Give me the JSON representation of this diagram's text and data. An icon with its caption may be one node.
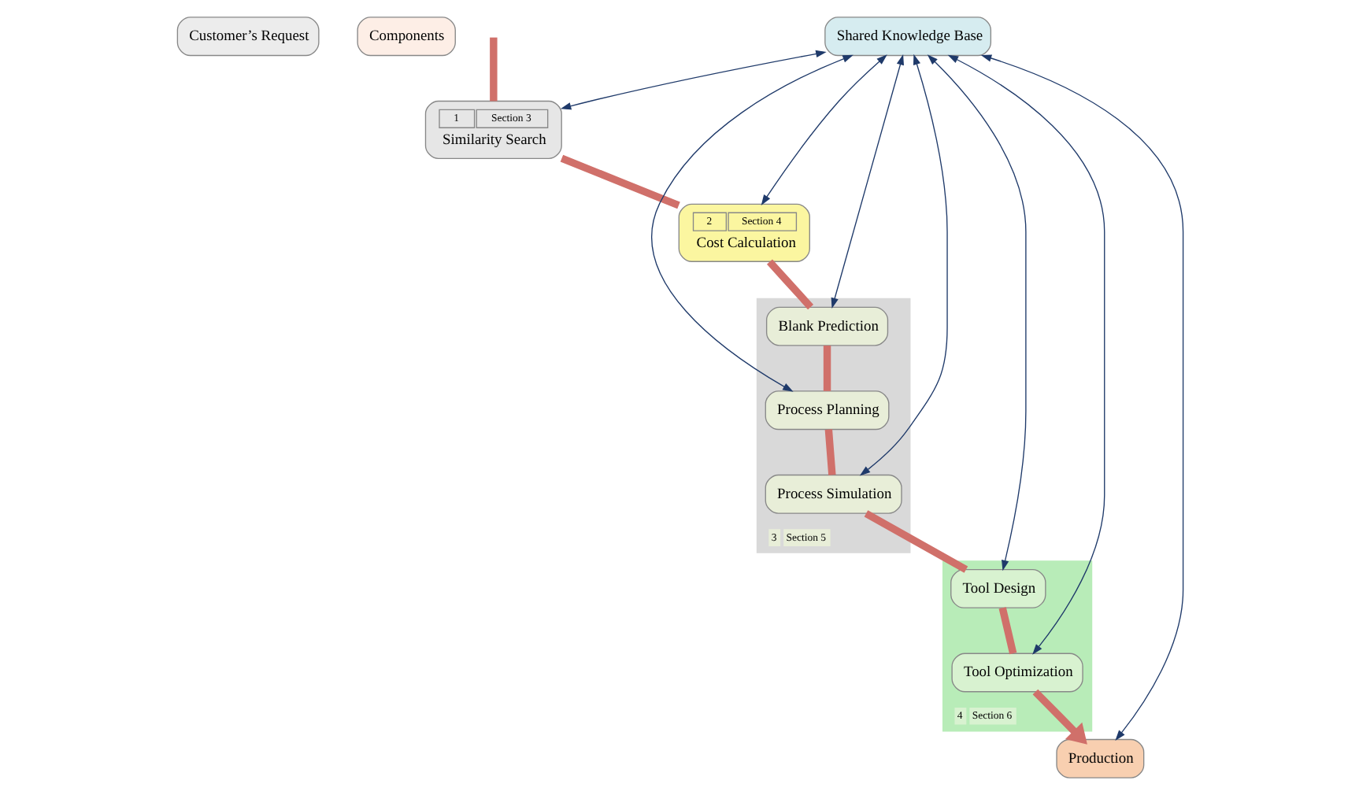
{
  "diagram": {
    "nodes": [
      {
        "text": [
          "Customer’s Request"
        ]
      },
      {
        "text": [
          "Components"
        ]
      },
      {
        "text": [
          "1",
          "Section 3",
          "Similarity Search"
        ]
      },
      {
        "text": [
          "2",
          "Section 4",
          "Cost Calculation"
        ]
      },
      {
        "text": [
          "3",
          "Section 5"
        ]
      },
      {
        "text": [
          "Blank Prediction"
        ],
        "in": 4
      },
      {
        "text": [
          "Process Planning"
        ],
        "in": 4
      },
      {
        "text": [
          "Process Simulation"
        ],
        "in": 4
      },
      {
        "text": [
          "Shared Knowledge Base"
        ]
      },
      {
        "text": [
          "Production"
        ]
      },
      {
        "text": [
          "4",
          "Section 6"
        ]
      },
      {
        "text": [
          "Tool Optimization"
        ],
        "in": 10
      },
      {
        "text": [
          "Tool Design"
        ],
        "in": 10
      }
    ],
    "edges": [
      {
        "from": 8,
        "to": 2,
        "arrow": "both"
      },
      {
        "from": 8,
        "to": 3,
        "arrow": "both"
      },
      {
        "from": 8,
        "to": 5,
        "arrow": "both"
      },
      {
        "from": 8,
        "to": 6,
        "arrow": "both"
      },
      {
        "from": 8,
        "to": 7,
        "arrow": "both"
      },
      {
        "from": 8,
        "to": 9,
        "arrow": "both"
      },
      {
        "from": 8,
        "to": 11,
        "arrow": "both"
      },
      {
        "from": 8,
        "to": 12,
        "arrow": "both"
      },
      {
        "from": null,
        "to": 2,
        "arrow": "none",
        "style": "thick",
        "color": "#d0706a"
      },
      {
        "from": 2,
        "to": 3,
        "arrow": "none",
        "style": "thick",
        "color": "#d0706a"
      },
      {
        "from": 3,
        "to": 5,
        "arrow": "none",
        "style": "thick",
        "color": "#d0706a"
      },
      {
        "from": 5,
        "to": 6,
        "arrow": "none",
        "style": "thick",
        "color": "#d0706a"
      },
      {
        "from": 6,
        "to": 7,
        "arrow": "none",
        "style": "thick",
        "color": "#d0706a"
      },
      {
        "from": 7,
        "to": 12,
        "arrow": "none",
        "style": "thick",
        "color": "#d0706a"
      },
      {
        "from": 12,
        "to": 11,
        "arrow": "none",
        "style": "thick",
        "color": "#d0706a"
      },
      {
        "from": 11,
        "to": 9,
        "arrow": "to",
        "style": "thick",
        "color": "#d0706a"
      }
    ]
  }
}
